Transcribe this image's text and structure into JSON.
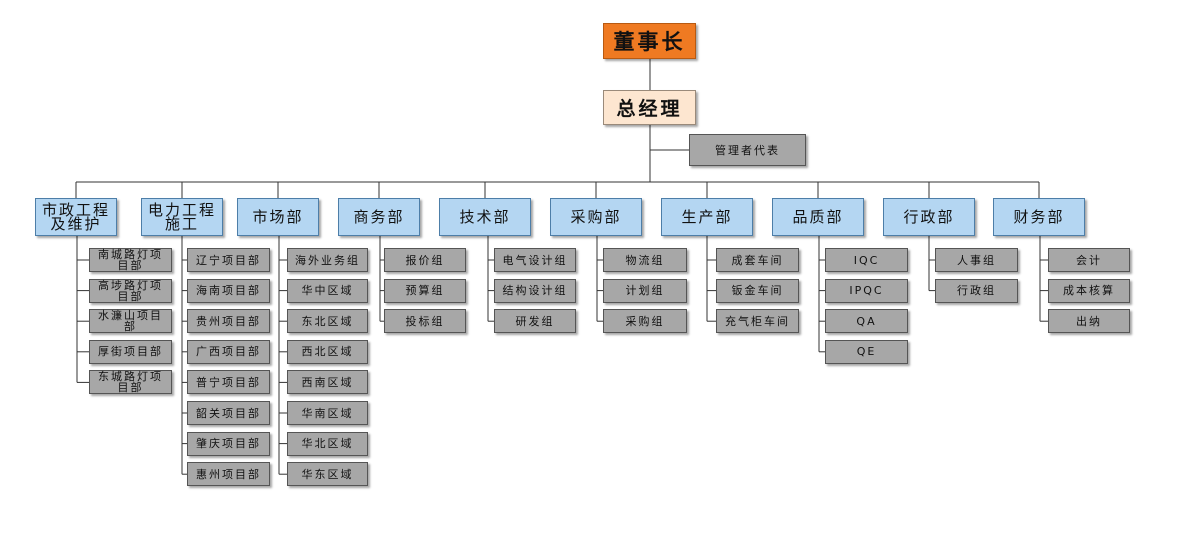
{
  "chairman": "董事长",
  "general_manager": "总经理",
  "management_representative": "管理者代表",
  "departments": [
    {
      "name": "市政工程及维护",
      "subs": [
        "南城路灯项目部",
        "高埗路灯项目部",
        "水濂山项目部",
        "厚街项目部",
        "东城路灯项目部"
      ]
    },
    {
      "name": "电力工程施工",
      "subs": [
        "辽宁项目部",
        "海南项目部",
        "贵州项目部",
        "广西项目部",
        "普宁项目部",
        "韶关项目部",
        "肇庆项目部",
        "惠州项目部"
      ]
    },
    {
      "name": "市场部",
      "subs": [
        "海外业务组",
        "华中区域",
        "东北区域",
        "西北区域",
        "西南区域",
        "华南区域",
        "华北区域",
        "华东区域"
      ]
    },
    {
      "name": "商务部",
      "subs": [
        "报价组",
        "预算组",
        "投标组"
      ]
    },
    {
      "name": "技术部",
      "subs": [
        "电气设计组",
        "结构设计组",
        "研发组"
      ]
    },
    {
      "name": "采购部",
      "subs": [
        "物流组",
        "计划组",
        "采购组"
      ]
    },
    {
      "name": "生产部",
      "subs": [
        "成套车间",
        "钣金车间",
        "充气柜车间"
      ]
    },
    {
      "name": "品质部",
      "subs": [
        "IQC",
        "IPQC",
        "QA",
        "QE"
      ]
    },
    {
      "name": "行政部",
      "subs": [
        "人事组",
        "行政组"
      ]
    },
    {
      "name": "财务部",
      "subs": [
        "会计",
        "成本核算",
        "出纳"
      ]
    }
  ]
}
